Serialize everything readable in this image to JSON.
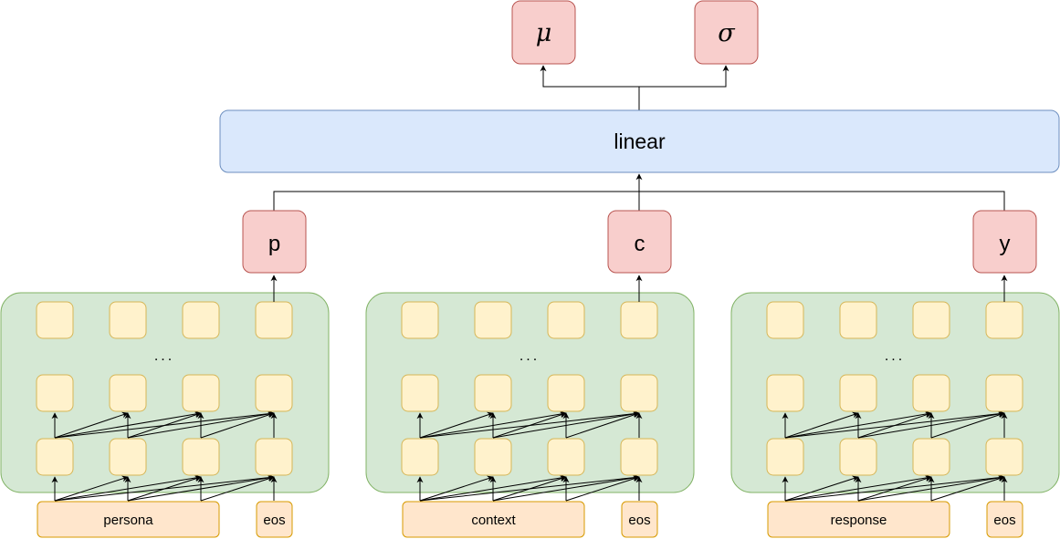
{
  "outputs": {
    "mu": "μ",
    "sigma": "σ"
  },
  "linear": {
    "label": "linear"
  },
  "encoders": [
    {
      "vector": "p",
      "input": "persona",
      "eos": "eos"
    },
    {
      "vector": "c",
      "input": "context",
      "eos": "eos"
    },
    {
      "vector": "y",
      "input": "response",
      "eos": "eos"
    }
  ],
  "ellipsis": "...",
  "colors": {
    "red_fill": "#f8cecc",
    "red_stroke": "#b85450",
    "blue_fill": "#dae8fc",
    "blue_stroke": "#6c8ebf",
    "green_fill": "#d5e8d4",
    "green_stroke": "#82b366",
    "yellow_fill": "#fff2cc",
    "yellow_stroke": "#d6b656",
    "orange_fill": "#ffe6cc",
    "orange_stroke": "#d79b00"
  }
}
